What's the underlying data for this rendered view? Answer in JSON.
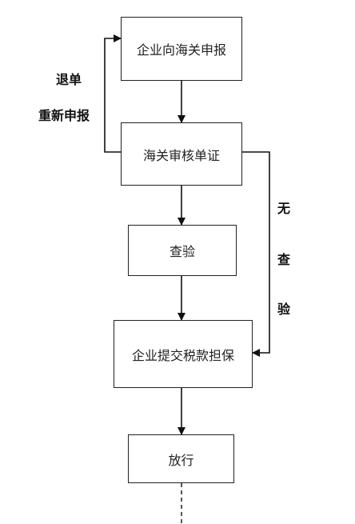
{
  "flow": {
    "step1": "企业向海关申报",
    "step2": "海关审核单证",
    "step3": "查验",
    "step4": "企业提交税款担保",
    "step5": "放行"
  },
  "labels": {
    "return_line1": "退单",
    "return_line2": "重新申报",
    "no_inspect_1": "无",
    "no_inspect_2": "查",
    "no_inspect_3": "验"
  }
}
